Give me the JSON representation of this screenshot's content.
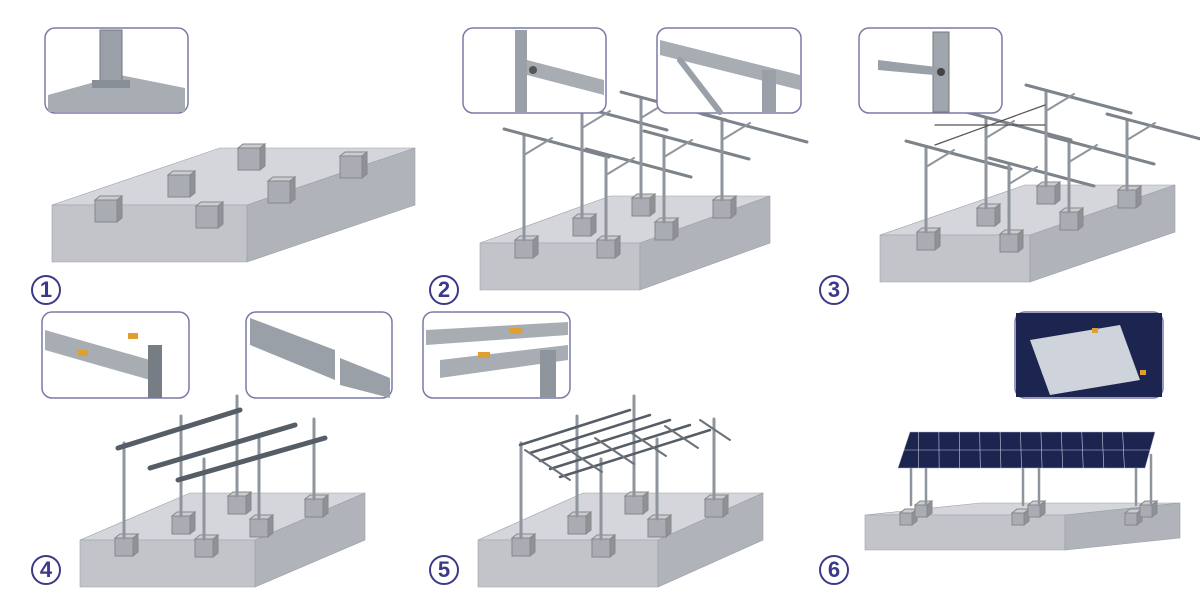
{
  "steps": [
    {
      "number": "1",
      "stage": "foundation-blocks"
    },
    {
      "number": "2",
      "stage": "columns-and-beams"
    },
    {
      "number": "3",
      "stage": "bracing"
    },
    {
      "number": "4",
      "stage": "main-rails"
    },
    {
      "number": "5",
      "stage": "purlins-grid"
    },
    {
      "number": "6",
      "stage": "solar-panels"
    }
  ],
  "colors": {
    "accent": "#3b3a8a",
    "slab_top": "#d4d6db",
    "slab_front": "#c2c4ca",
    "slab_side": "#b0b3b9",
    "steel": "#8f959c",
    "panel": "#1c2450",
    "clip": "#e0a030"
  }
}
